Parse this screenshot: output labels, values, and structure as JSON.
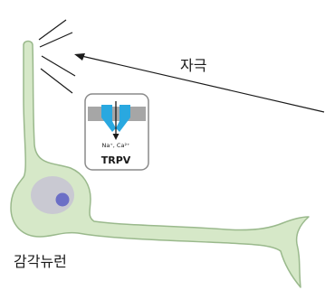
{
  "labels": {
    "stimulus": "자극",
    "neuron": "감각뉴런",
    "channel_name": "TRPV",
    "ions": "Na⁺, Ca²⁺"
  },
  "icons": {
    "stimulus_arrow": "arrow-left-icon",
    "channel_box": "ion-channel-icon"
  },
  "colors": {
    "neuron_fill": "#d6e8c8",
    "neuron_stroke": "#9ab98c",
    "soma_inner": "#c9c9d2",
    "nucleus": "#6c6fc6",
    "channel_blue": "#29a8e0",
    "membrane_gray": "#a6a6a6",
    "line": "#1a1a1a"
  }
}
